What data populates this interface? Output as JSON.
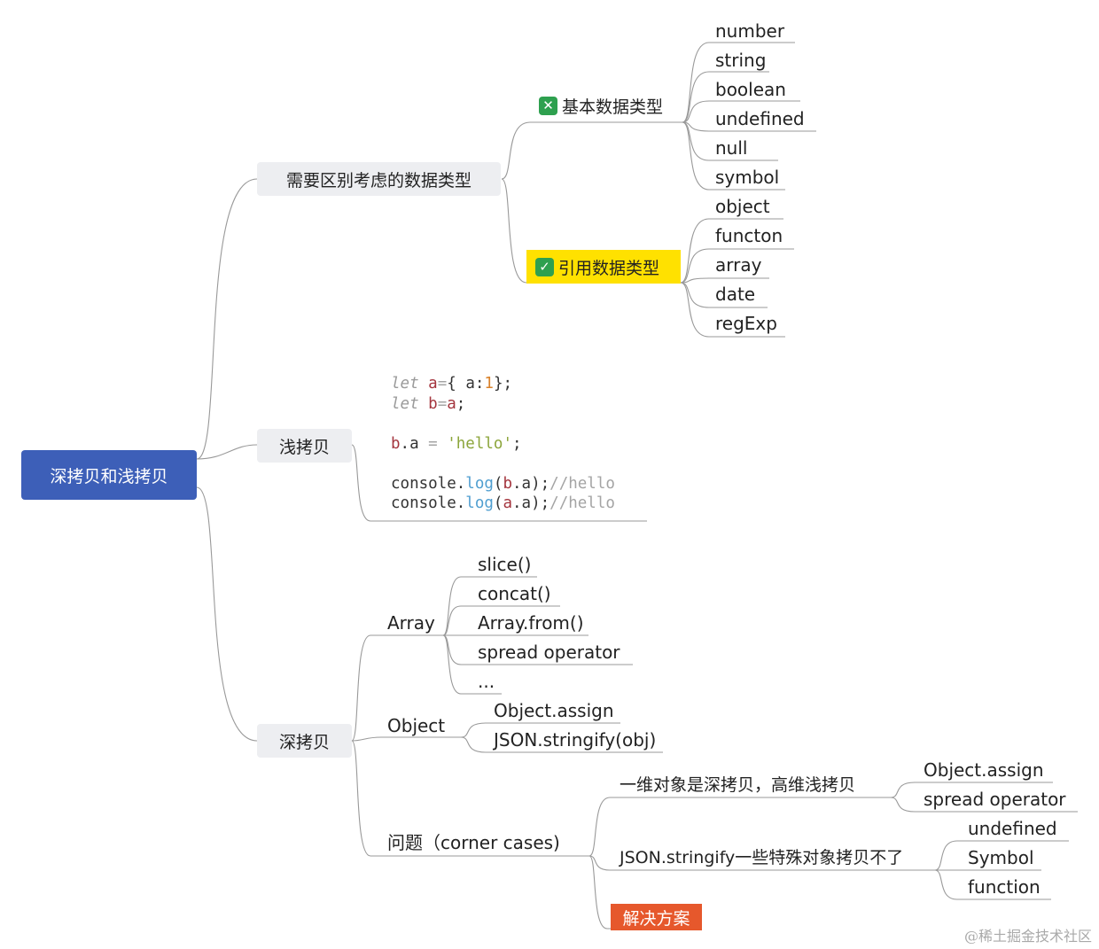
{
  "root": {
    "label": "深拷贝和浅拷贝"
  },
  "data_types": {
    "label": "需要区别考虑的数据类型",
    "primitive": {
      "label": "基本数据类型",
      "items": [
        "number",
        "string",
        "boolean",
        "undefined",
        "null",
        "symbol"
      ]
    },
    "reference": {
      "label": "引用数据类型",
      "items": [
        "object",
        "functon",
        "array",
        "date",
        "regExp"
      ]
    }
  },
  "shallow": {
    "label": "浅拷贝",
    "code": {
      "line1": {
        "kw": "let",
        "v1": "a",
        "eq": "=",
        "b1": "{ ",
        "v2": "a",
        "colon": ":",
        "num": "1",
        "end": "};"
      },
      "line2": {
        "kw": "let",
        "v1": "b",
        "eq": "=",
        "v2": "a",
        "semi": ";"
      },
      "line3": {
        "v1": "b",
        "prop": ".a",
        "eq": " = ",
        "str": "'hello'",
        "semi": ";"
      },
      "line4": {
        "obj": "console.",
        "fn": "log",
        "p1": "(",
        "v": "b",
        "prop": ".a",
        "p2": ");",
        "comment": "//hello"
      },
      "line5": {
        "obj": "console.",
        "fn": "log",
        "p1": "(",
        "v": "a",
        "prop": ".a",
        "p2": ");",
        "comment": "//hello"
      }
    }
  },
  "deep": {
    "label": "深拷贝",
    "array": {
      "label": "Array",
      "items": [
        "slice()",
        "concat()",
        "Array.from()",
        "spread operator",
        "..."
      ]
    },
    "object": {
      "label": "Object",
      "items": [
        "Object.assign",
        "JSON.stringify(obj)"
      ]
    },
    "issues": {
      "label": "问题（corner cases)",
      "one_dim": {
        "label": "一维对象是深拷贝，高维浅拷贝",
        "items": [
          "Object.assign",
          "spread operator"
        ]
      },
      "json": {
        "label": "JSON.stringify一些特殊对象拷贝不了",
        "items": [
          "undefined",
          "Symbol",
          "function"
        ]
      },
      "solution": {
        "label": "解决方案"
      }
    }
  },
  "watermark": "@稀土掘金技术社区",
  "colors": {
    "root_fill": "#3d5fb8",
    "branch_fill": "#edeef1",
    "highlight_yellow": "#ffe100",
    "highlight_red": "#e6582c",
    "check_green": "#2ea04f",
    "line": "#999999"
  }
}
